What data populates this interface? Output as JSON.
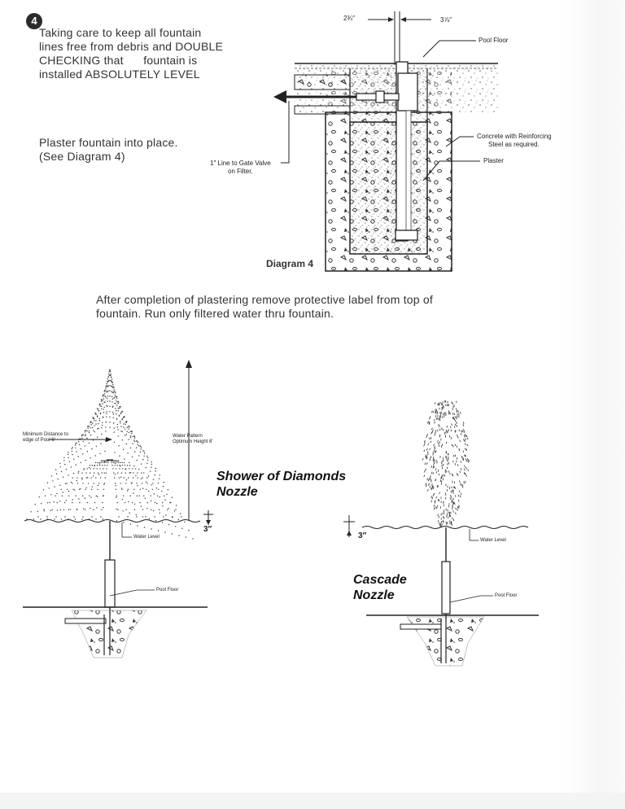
{
  "step": {
    "number": "4"
  },
  "intro": {
    "line1": "Taking care to keep all fountain",
    "line2": "lines free from debris and DOUBLE",
    "line3": "CHECKING that      fountain is",
    "line4": "installed ABSOLUTELY LEVEL"
  },
  "plaster": {
    "line1": "Plaster fountain into place.",
    "line2": "(See Diagram 4)"
  },
  "diagram4": {
    "title": "Diagram 4",
    "dim_left": "2¾″",
    "dim_right": "3⅞″",
    "pool_floor": "Pool Floor",
    "concrete_1": "Concrete with Reinforcing",
    "concrete_2": "Steel as required.",
    "plaster": "Plaster",
    "line_1": "1″ Line to Gate Valve",
    "line_2": "on Filter."
  },
  "after": {
    "line1": "After completion of plastering remove protective label from top of",
    "line2": "fountain. Run only filtered water thru fountain."
  },
  "shower": {
    "title_1": "Shower of Diamonds",
    "title_2": "Nozzle",
    "min_dist_1": "Minimum Distance to",
    "min_dist_2": "edge of Pool 6'",
    "pattern_1": "Water Pattern",
    "pattern_2": "Optimum Height 8'",
    "water_level": "Water Level",
    "depth": "3″",
    "pool_floor": "Pool Floor"
  },
  "cascade": {
    "title_1": "Cascade",
    "title_2": "Nozzle",
    "water_level": "Water Level",
    "depth": "3″",
    "pool_floor": "Pool Floor"
  },
  "colors": {
    "ink": "#2a2a2a",
    "paper": "#ffffff"
  }
}
